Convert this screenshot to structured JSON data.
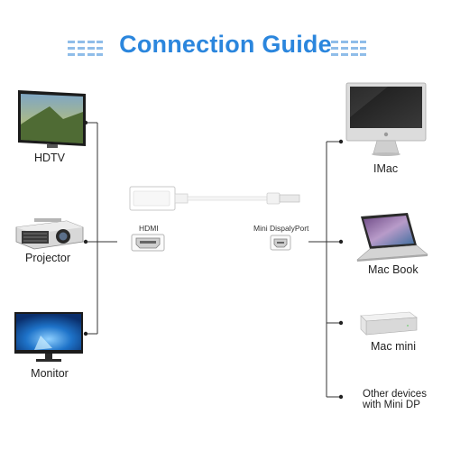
{
  "title": "Connection Guide",
  "left_devices": [
    {
      "label": "HDTV",
      "icon": "hdtv-icon"
    },
    {
      "label": "Projector",
      "icon": "projector-icon"
    },
    {
      "label": "Monitor",
      "icon": "monitor-icon"
    }
  ],
  "adapter": {
    "hdmi_label": "HDMI",
    "minidp_label": "Mini DispalyPort"
  },
  "right_devices": [
    {
      "label": "IMac",
      "icon": "imac-icon"
    },
    {
      "label": "Mac Book",
      "icon": "macbook-icon"
    },
    {
      "label": "Mac mini",
      "icon": "mac-mini-icon"
    },
    {
      "label_line1": "Other devices",
      "label_line2": "with Mini DP"
    }
  ],
  "colors": {
    "accent": "#2b86dd",
    "line": "#333333"
  }
}
